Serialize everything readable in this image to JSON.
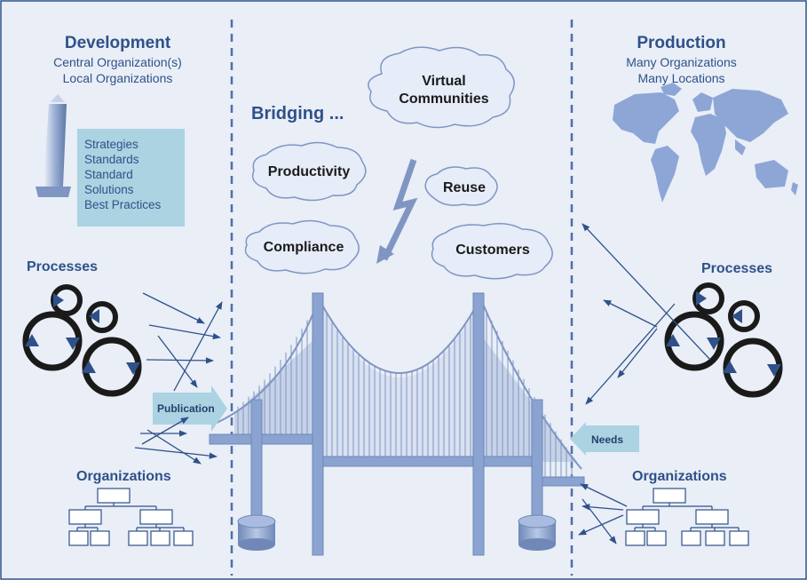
{
  "development": {
    "title": "Development",
    "line1": "Central Organization(s)",
    "line2": "Local Organizations"
  },
  "production": {
    "title": "Production",
    "line1": "Many Organizations",
    "line2": "Many Locations"
  },
  "bridging": {
    "title": "Bridging ..."
  },
  "clouds": {
    "virtual_line1": "Virtual",
    "virtual_line2": "Communities",
    "productivity": "Productivity",
    "reuse": "Reuse",
    "compliance": "Compliance",
    "customers": "Customers"
  },
  "assets": [
    "Strategies",
    "Standards",
    "Standard",
    "Solutions",
    "Best Practices"
  ],
  "left": {
    "processes": "Processes",
    "organizations": "Organizations",
    "publication": "Publication"
  },
  "right": {
    "processes": "Processes",
    "organizations": "Organizations",
    "needs": "Needs"
  },
  "colors": {
    "background": "#e9eef7",
    "accent": "#2f5189",
    "bridge": "#8aa3d0",
    "asset_box": "#abd3e2",
    "cycle": "#1a1a1a",
    "cycle_arrow": "#2f5189"
  },
  "icons": [
    "obelisk-icon",
    "world-map-icon",
    "lightning-arrow-icon"
  ]
}
